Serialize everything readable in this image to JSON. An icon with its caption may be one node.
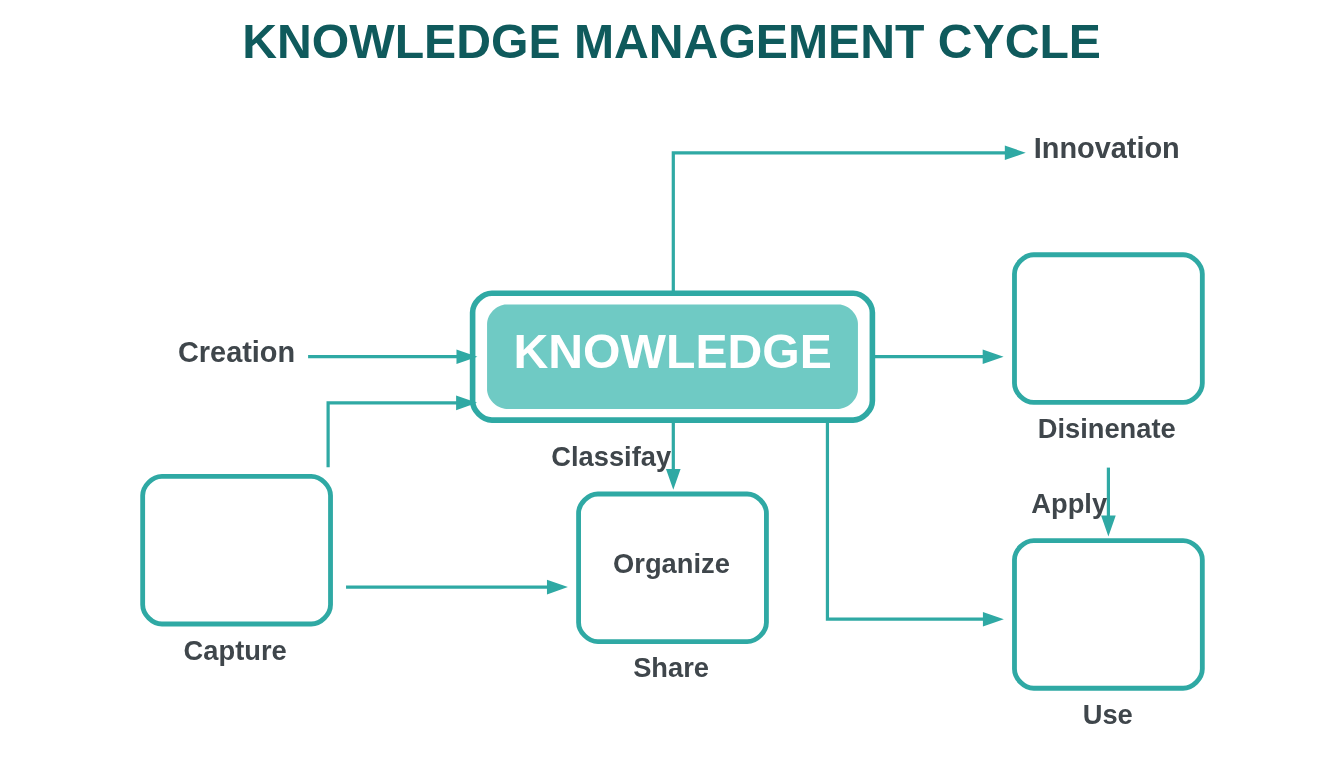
{
  "diagram": {
    "title": "KNOWLEDGE MANAGEMENT CYCLE",
    "nodes": [
      {
        "text": [
          "Creation"
        ]
      },
      {
        "text": [
          "Capture"
        ]
      },
      {
        "text": [
          "KNOWLEDGE"
        ]
      },
      {
        "text": [
          "Innovation"
        ]
      },
      {
        "text": [
          "Disinenate"
        ]
      },
      {
        "text": [
          "Organize",
          "Share"
        ]
      },
      {
        "text": [
          "Use"
        ]
      }
    ],
    "edges": [
      {
        "from": 0,
        "to": 2,
        "arrow": "to"
      },
      {
        "from": 1,
        "to": 2,
        "arrow": "to"
      },
      {
        "from": 2,
        "to": 3,
        "arrow": "to"
      },
      {
        "from": 2,
        "to": 4,
        "arrow": "to"
      },
      {
        "from": 1,
        "to": 5,
        "arrow": "to"
      },
      {
        "from": 2,
        "to": 5,
        "arrow": "to",
        "label": "Classifay"
      },
      {
        "from": 2,
        "to": 6,
        "arrow": "to"
      },
      {
        "from": 4,
        "to": 6,
        "arrow": "to",
        "label": "Apply"
      }
    ]
  }
}
